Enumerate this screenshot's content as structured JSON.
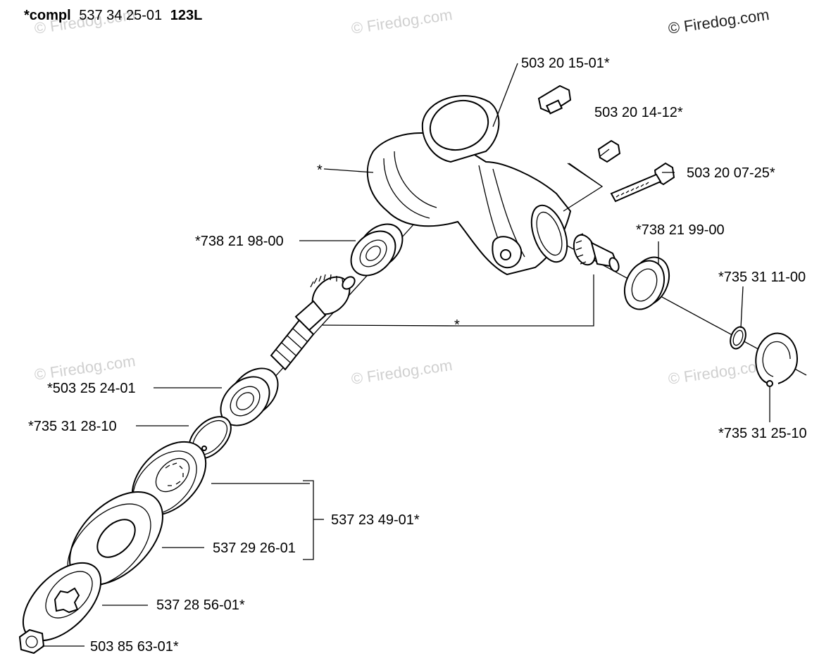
{
  "header": {
    "prefix": "*compl",
    "code": "537 34 25-01",
    "model": "123L"
  },
  "watermark": {
    "corner": "© Firedog.com",
    "tile": "© Firedog.com"
  },
  "labels": {
    "l_503_20_15_01": "503 20 15-01*",
    "l_503_20_14_12": "503 20 14-12*",
    "l_503_20_07_25": "503 20 07-25*",
    "l_star_housing": "*",
    "l_738_21_98_00": "*738 21 98-00",
    "l_738_21_99_00": "*738 21 99-00",
    "l_735_31_11_00": "*735 31 11-00",
    "l_star_gears": "*",
    "l_503_25_24_01": "*503 25 24-01",
    "l_735_31_28_10": "*735 31 28-10",
    "l_735_31_25_10": "*735 31 25-10",
    "l_537_23_49_01": "537 23 49-01*",
    "l_537_29_26_01": "537 29 26-01",
    "l_537_28_56_01": "537 28 56-01*",
    "l_503_85_63_01": "503 85 63-01*"
  }
}
